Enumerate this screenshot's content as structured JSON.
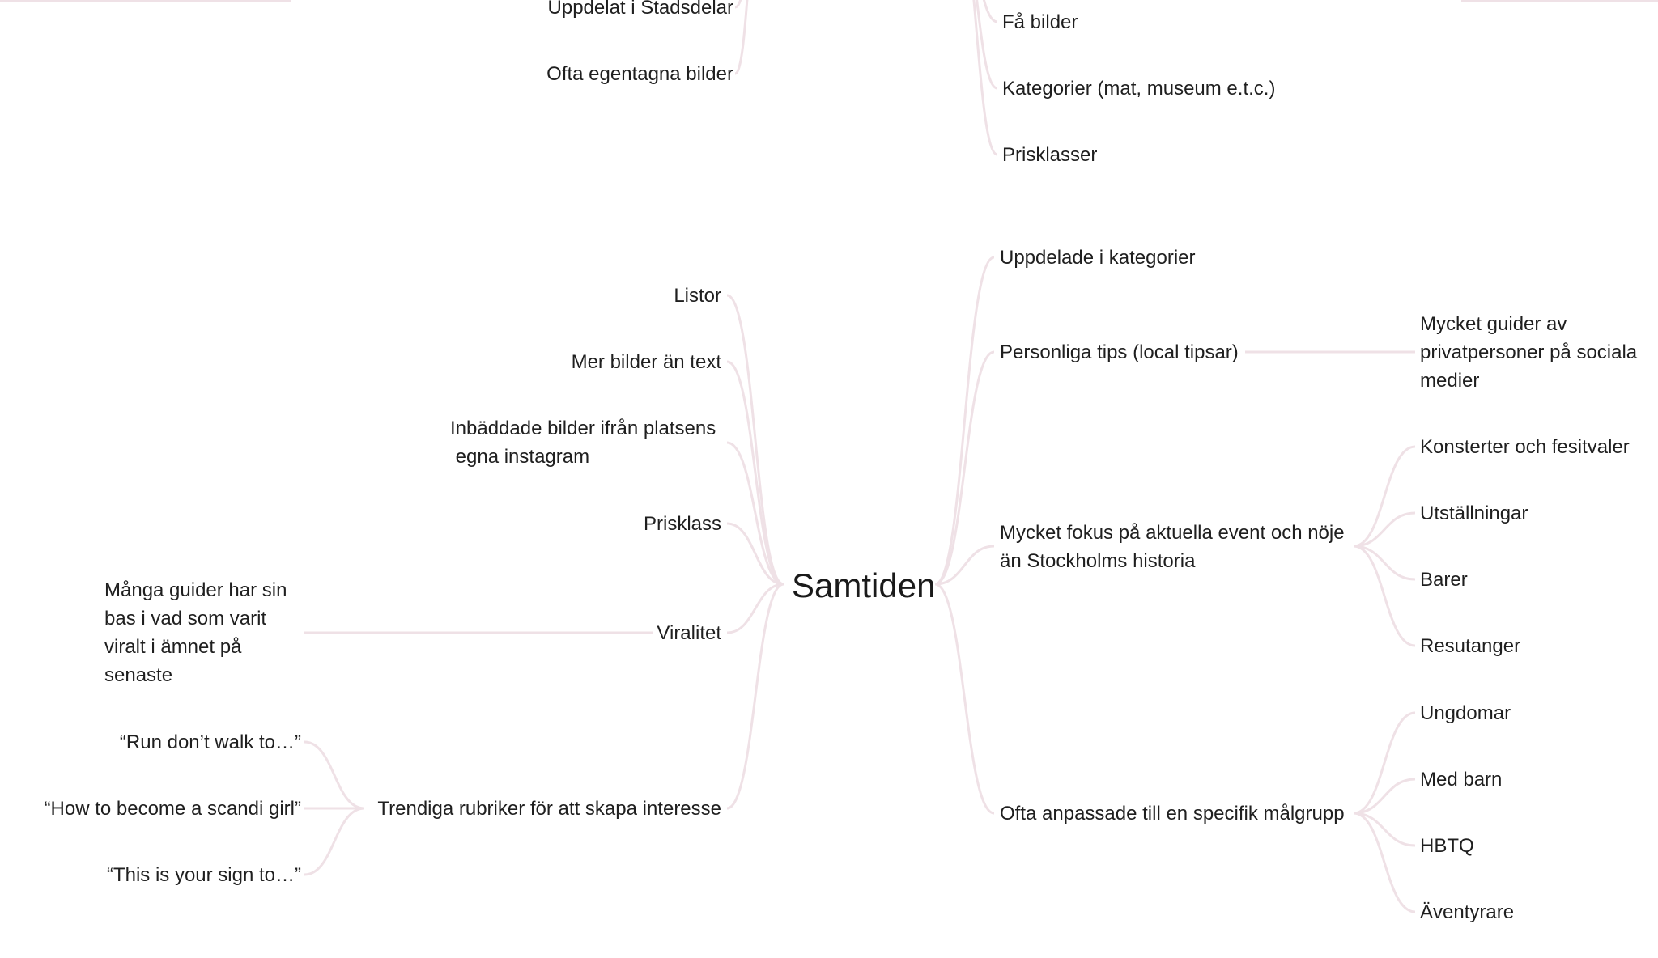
{
  "colors": {
    "link": "#efe1e6",
    "text": "#1f1f1f"
  },
  "top_left_branch": {
    "items": [
      "Uppdelat i Stadsdelar",
      "Ofta egentagna bilder"
    ]
  },
  "top_right_branch": {
    "items": [
      "Få bilder",
      "Kategorier (mat, museum e.t.c.)",
      "Prisklasser"
    ]
  },
  "root": {
    "label": "Samtiden"
  },
  "left": {
    "listor": "Listor",
    "bilder": "Mer bilder än text",
    "instagram": "Inbäddade bilder ifrån platsens\n egna instagram",
    "prisklass": "Prisklass",
    "viralitet": "Viralitet",
    "viralitet_child": "Många guider har sin bas i vad som varit viralt i ämnet på senaste",
    "rubriker": "Trendiga rubriker för att skapa interesse",
    "rubriker_children": [
      "“Run don’t walk to…”",
      "“How to become a scandi girl”",
      "“This is your sign to…”"
    ]
  },
  "right": {
    "kategorier": "Uppdelade i kategorier",
    "tips": "Personliga tips (local tipsar)",
    "tips_child": "Mycket guider av privatpersoner på sociala medier",
    "event": "Mycket fokus på aktuella event och nöje än Stockholms historia",
    "event_children": [
      "Konsterter och fesitvaler",
      "Utställningar",
      "Barer",
      "Resutanger"
    ],
    "malgrupp": "Ofta anpassade till en specifik målgrupp",
    "malgrupp_children": [
      "Ungdomar",
      "Med barn",
      "HBTQ",
      "Äventyrare"
    ]
  }
}
